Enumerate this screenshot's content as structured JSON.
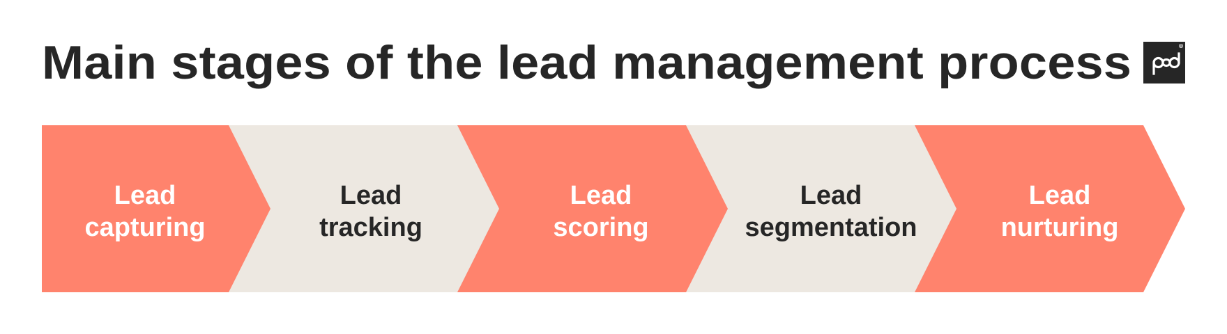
{
  "title": "Main stages of the lead management process",
  "logo": {
    "icon": "pd-logo-icon",
    "registered_mark": "®"
  },
  "colors": {
    "accent": "#FF836D",
    "neutral": "#EDE8E1",
    "text_dark": "#262626",
    "text_light": "#FFFFFF",
    "background": "#FFFFFF"
  },
  "stages": [
    {
      "line1": "Lead",
      "line2": "capturing",
      "style": "accent"
    },
    {
      "line1": "Lead",
      "line2": "tracking",
      "style": "neutral"
    },
    {
      "line1": "Lead",
      "line2": "scoring",
      "style": "accent"
    },
    {
      "line1": "Lead",
      "line2": "segmentation",
      "style": "neutral"
    },
    {
      "line1": "Lead",
      "line2": "nurturing",
      "style": "accent"
    }
  ]
}
